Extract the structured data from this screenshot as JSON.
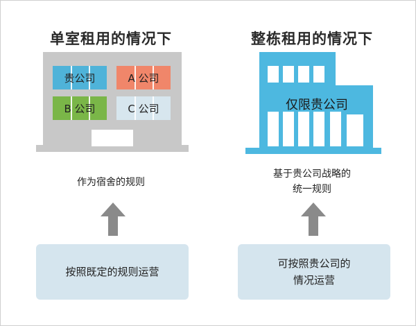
{
  "left": {
    "title": "单室租用的情况下",
    "tenants": [
      {
        "label": "贵公司",
        "color": "#4fb3d9"
      },
      {
        "label": "A 公司",
        "color": "#f0866a"
      },
      {
        "label": "B 公司",
        "color": "#7ab648"
      },
      {
        "label": "C 公司",
        "color": "#d7e6ee"
      }
    ],
    "caption": "作为宿舍的规则",
    "box_text": "按照既定的规则运营"
  },
  "right": {
    "title": "整栋租用的情况下",
    "building_label": "仅限贵公司",
    "caption_line1": "基于贵公司战略的",
    "caption_line2": "统一规则",
    "box_line1": "可按照贵公司的",
    "box_line2": "情况运营"
  },
  "colors": {
    "building_gray": "#c8c8c8",
    "building_blue": "#4db8e0",
    "arrow_gray": "#8a8a8a",
    "box_bg": "#d5e5ee"
  }
}
